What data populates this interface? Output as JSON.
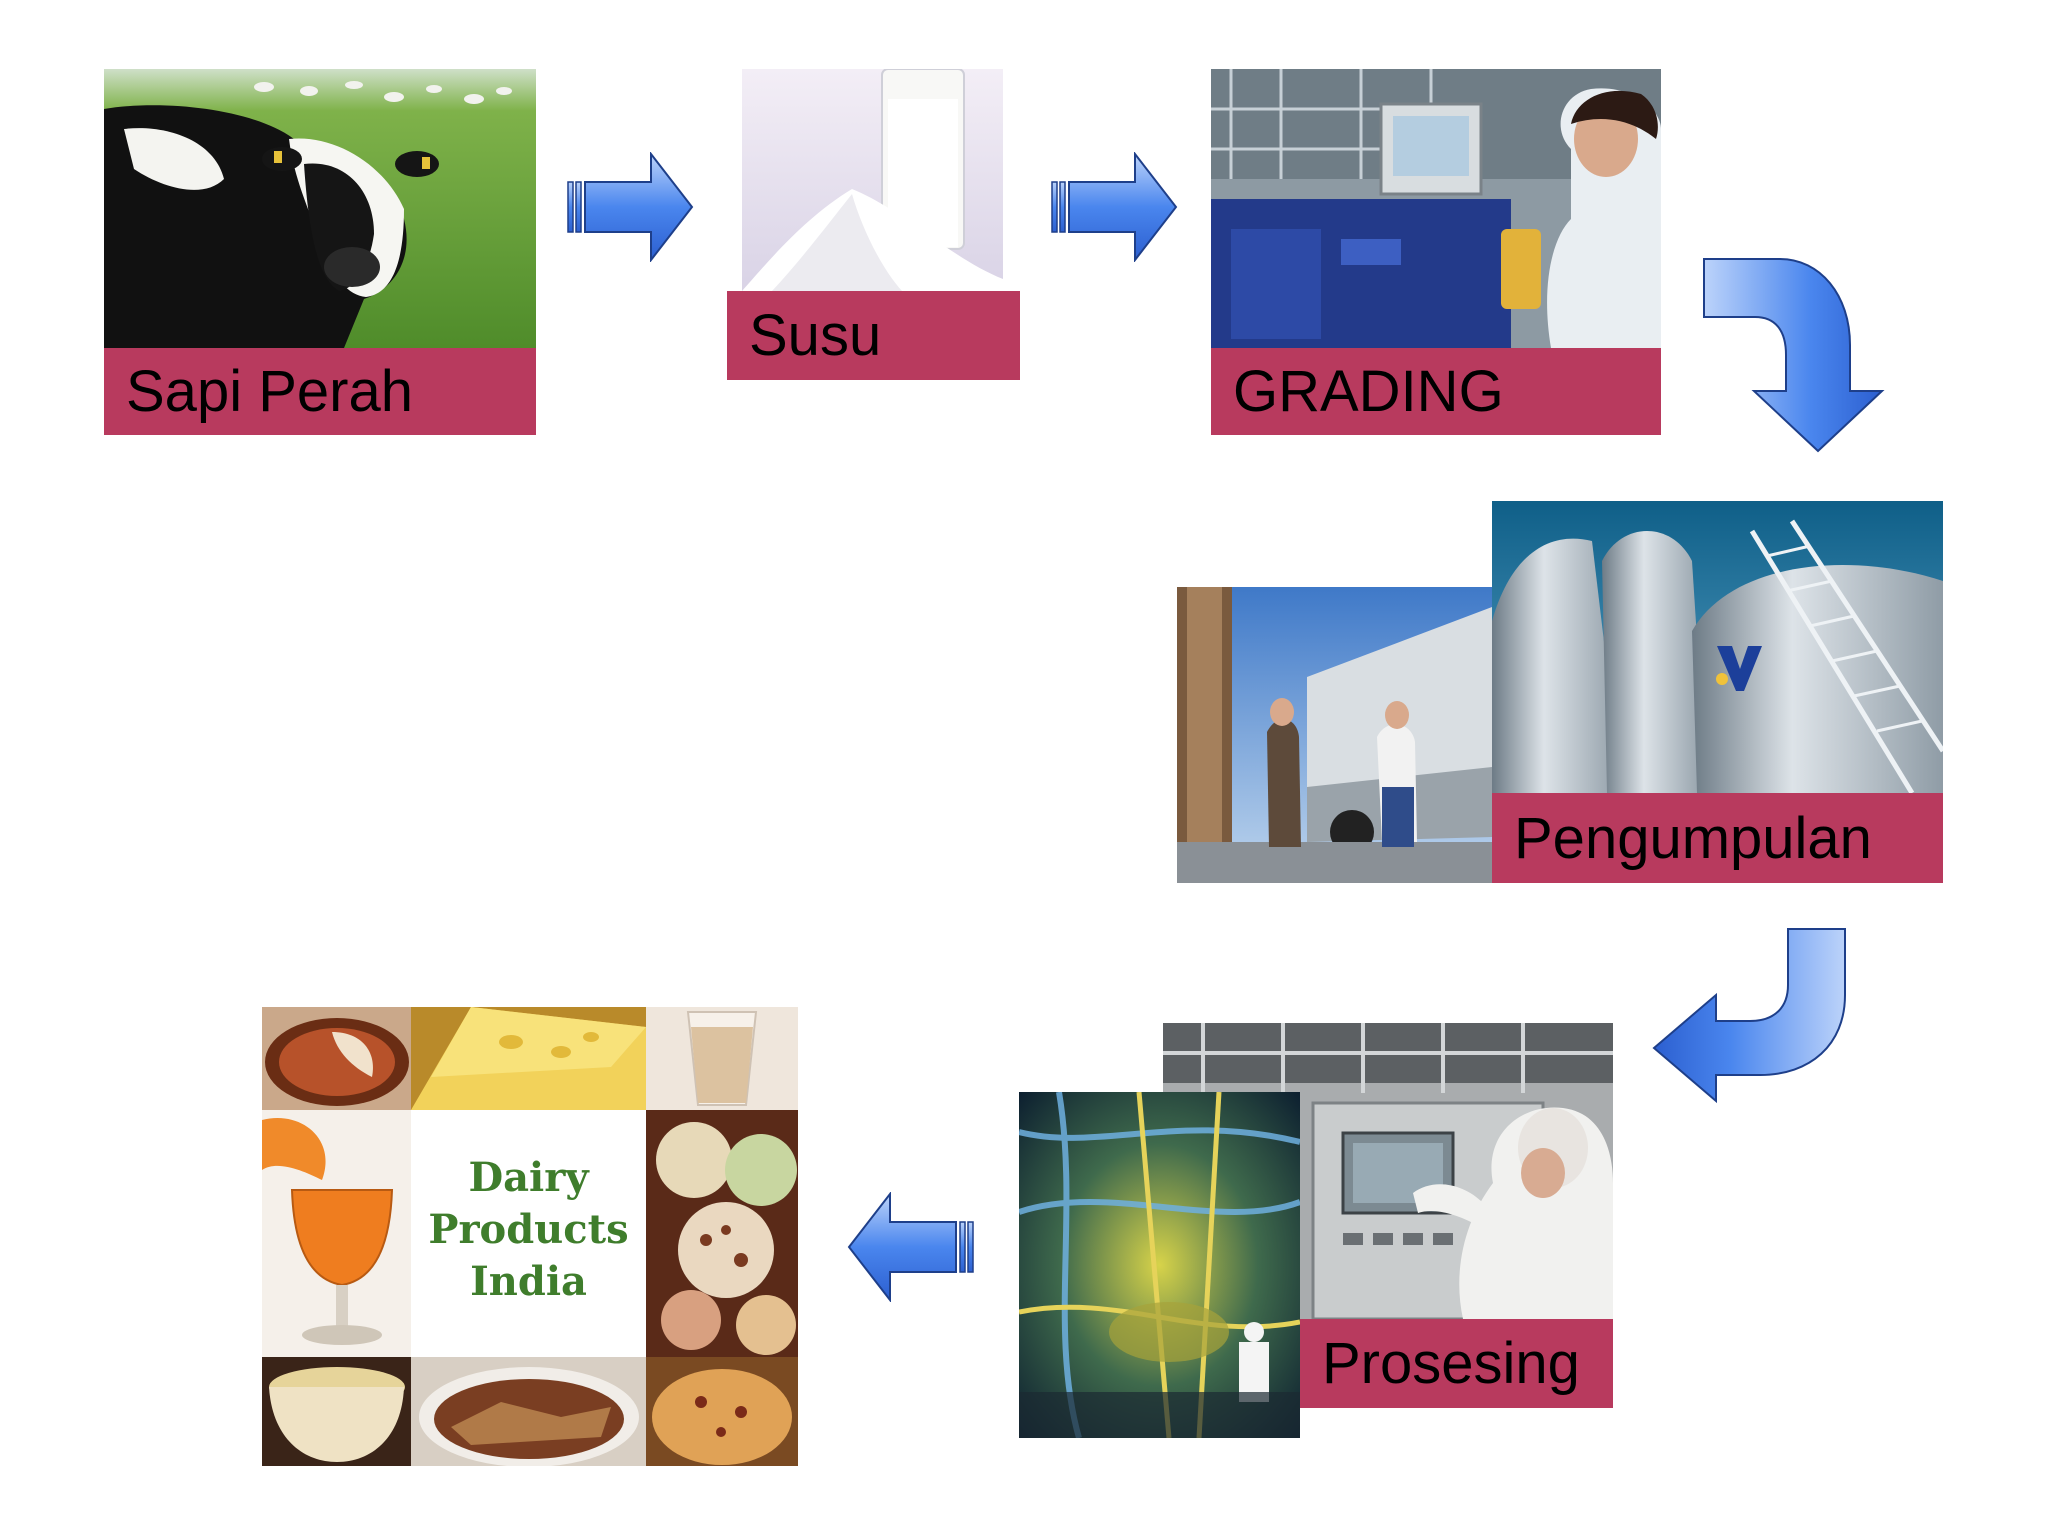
{
  "steps": {
    "sapi_perah": "Sapi Perah",
    "susu": "Susu",
    "grading": "GRADING",
    "pengumpulan": "Pengumpulan",
    "prosesing": "Prosesing"
  },
  "products": {
    "line1": "Dairy",
    "line2": "Products",
    "line3": "India"
  },
  "colors": {
    "label_bg": "#b83a5e",
    "arrow_fill": "#4a86ee",
    "product_text": "#3f7d2c"
  },
  "icons": [
    "cow-photo",
    "milk-photo",
    "lab-photo",
    "tanker-photo",
    "silo-photo",
    "factory-photo",
    "control-panel-photo",
    "dairy-collage"
  ]
}
